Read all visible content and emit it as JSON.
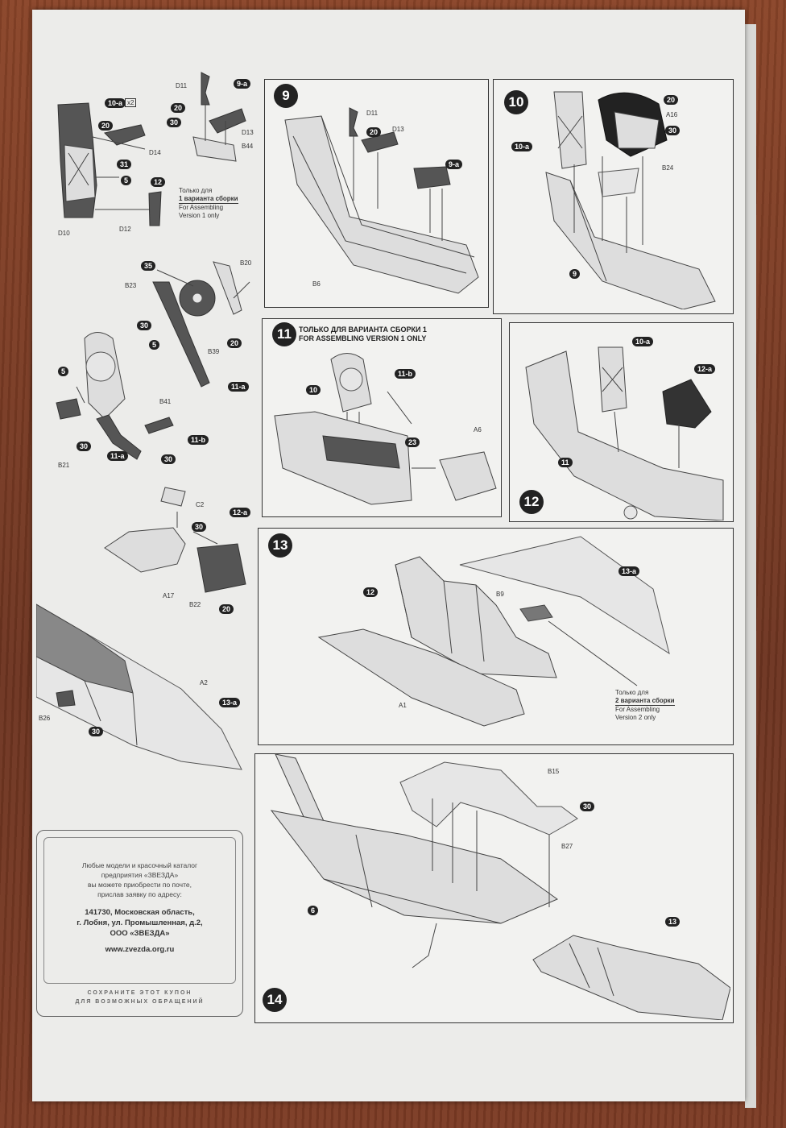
{
  "labels": {
    "d11": "D11",
    "d13": "D13",
    "d14": "D14",
    "d10": "D10",
    "d12": "D12",
    "b44": "B44",
    "b20": "B20",
    "b23": "B23",
    "b39": "B39",
    "b41": "B41",
    "b21": "B21",
    "c2": "C2",
    "a17": "A17",
    "b22": "B22",
    "a2": "A2",
    "b26": "B26",
    "b6": "B6",
    "a16": "A16",
    "b24": "B24",
    "a6": "A6",
    "b9": "B9",
    "a1": "A1",
    "b15": "B15",
    "b27": "B27"
  },
  "badges": {
    "n20": "20",
    "n30": "30",
    "n31": "31",
    "n5": "5",
    "n12": "12",
    "n35": "35",
    "n23": "23",
    "x2": "x2",
    "v9a": "9-a",
    "v10a": "10-a",
    "v11a": "11-a",
    "v11b": "11-b",
    "v12a": "12-a",
    "v13a": "13-a",
    "n9": "9",
    "n10": "10",
    "n11": "11",
    "n12s": "12",
    "n13": "13",
    "n6": "6"
  },
  "steps": {
    "s9": "9",
    "s10": "10",
    "s11": "11",
    "s12": "12",
    "s13": "13",
    "s14": "14"
  },
  "notes": {
    "v1_ru_1": "Только для",
    "v1_ru_2": "1 варианта сборки",
    "v1_en_1": "For Assembling",
    "v1_en_2": "Version 1 only",
    "v2_ru_1": "Только для",
    "v2_ru_2": "2 варианта сборки",
    "v2_en_1": "For Assembling",
    "v2_en_2": "Version 2 only",
    "step11_ru": "ТОЛЬКО ДЛЯ ВАРИАНТА СБОРКИ 1",
    "step11_en": "FOR ASSEMBLING VERSION 1 ONLY"
  },
  "coupon": {
    "line1": "Любые модели и красочный каталог",
    "line2": "предприятия «ЗВЕЗДА»",
    "line3": "вы можете приобрести по почте,",
    "line4": "прислав заявку по адресу:",
    "addr1": "141730, Московская область,",
    "addr2": "г. Лобня, ул. Промышленная, д.2,",
    "addr3": "ООО «ЗВЕЗДА»",
    "url": "www.zvezda.org.ru",
    "foot1": "СОХРАНИТЕ ЭТОТ КУПОН",
    "foot2": "ДЛЯ ВОЗМОЖНЫХ ОБРАЩЕНИЙ"
  }
}
